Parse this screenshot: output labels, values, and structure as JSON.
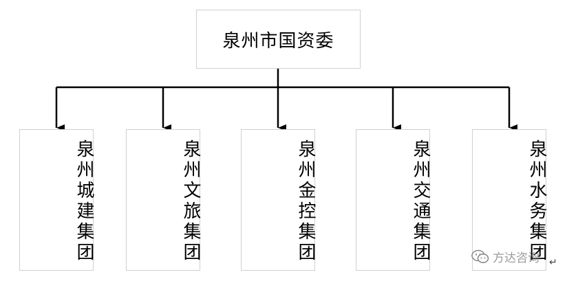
{
  "root": {
    "label": "泉州市国资委"
  },
  "children": [
    {
      "label": "泉州城建集团"
    },
    {
      "label": "泉州文旅集团"
    },
    {
      "label": "泉州金控集团"
    },
    {
      "label": "泉州交通集团"
    },
    {
      "label": "泉州水务集团"
    }
  ],
  "watermark": {
    "text": "方达咨询",
    "icon": "wechat-icon"
  },
  "paragraph_mark": "↵",
  "colors": {
    "line": "#000000",
    "box_border": "#cfcfcf"
  }
}
